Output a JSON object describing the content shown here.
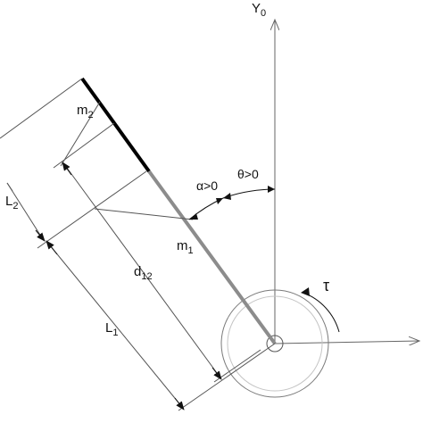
{
  "labels": {
    "y_axis": {
      "base": "Y",
      "sub": "0"
    },
    "m2": {
      "base": "m",
      "sub": "2"
    },
    "m1": {
      "base": "m",
      "sub": "1"
    },
    "L2": {
      "base": "L",
      "sub": "2"
    },
    "L1": {
      "base": "L",
      "sub": "1"
    },
    "d12": {
      "base": "d",
      "sub": "12"
    },
    "alpha": "α>0",
    "theta": "θ>0",
    "tau": "τ"
  },
  "colors": {
    "link2": "#000000",
    "link1": "#8c8c8c",
    "lines": "#555555",
    "text": "#111111"
  }
}
